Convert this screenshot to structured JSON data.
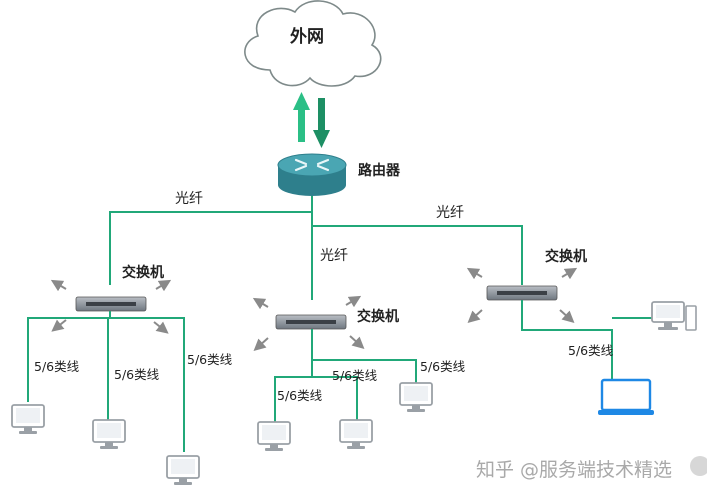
{
  "labels": {
    "internet": "外网",
    "router": "路由器",
    "fiber": "光纤",
    "switch": "交换机",
    "cable": "5/6类线"
  },
  "watermark": "知乎 @服务端技术精选",
  "colors": {
    "link": "#21a879",
    "arrow_up": "#2bbf86",
    "arrow_down": "#1d8f64",
    "router_top": "#4aa6b3",
    "router_side": "#2e7f8c",
    "laptop": "#1e88e5",
    "device_gray": "#9aa0a6"
  },
  "icons": [
    "cloud-icon",
    "router-icon",
    "switch-icon",
    "monitor-icon",
    "laptop-icon",
    "desktop-icon"
  ]
}
